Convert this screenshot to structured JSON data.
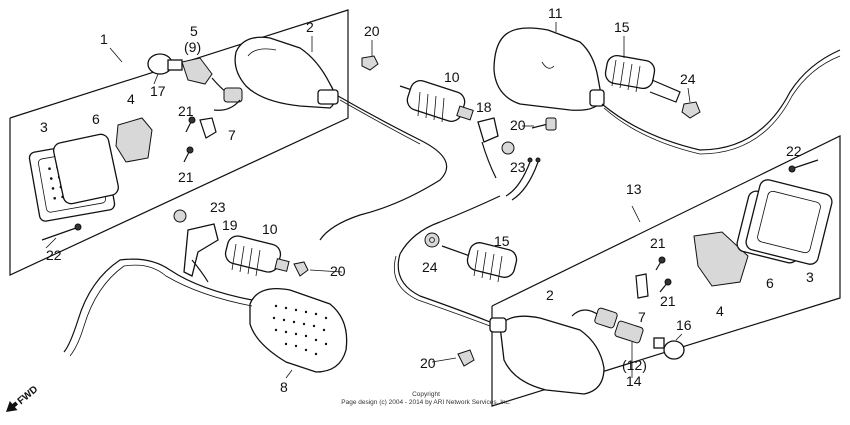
{
  "labels": {
    "l1": "1",
    "l2a": "2",
    "l3a": "3",
    "l4a": "4",
    "l5": "5",
    "l9": "(9)",
    "l6a": "6",
    "l7a": "7",
    "l17": "17",
    "l21a": "21",
    "l21b": "21",
    "l22a": "22",
    "l20a": "20",
    "l10a": "10",
    "l18": "18",
    "l23a": "23",
    "l23b": "23",
    "l19": "19",
    "l10b": "10",
    "l20b": "20",
    "l8": "8",
    "l11": "11",
    "l15a": "15",
    "l24a": "24",
    "l20c": "20",
    "l13": "13",
    "l22b": "22",
    "l15b": "15",
    "l24b": "24",
    "l21c": "21",
    "l21d": "21",
    "l4b": "4",
    "l6b": "6",
    "l3b": "3",
    "l7b": "7",
    "l2b": "2",
    "l16": "16",
    "l12": "(12)",
    "l14": "14",
    "l20d": "20"
  },
  "fwd": "FWD",
  "copyright": {
    "line1": "Copyright",
    "line2": "Page design (c) 2004 - 2014 by ARI Network Services, Inc."
  }
}
